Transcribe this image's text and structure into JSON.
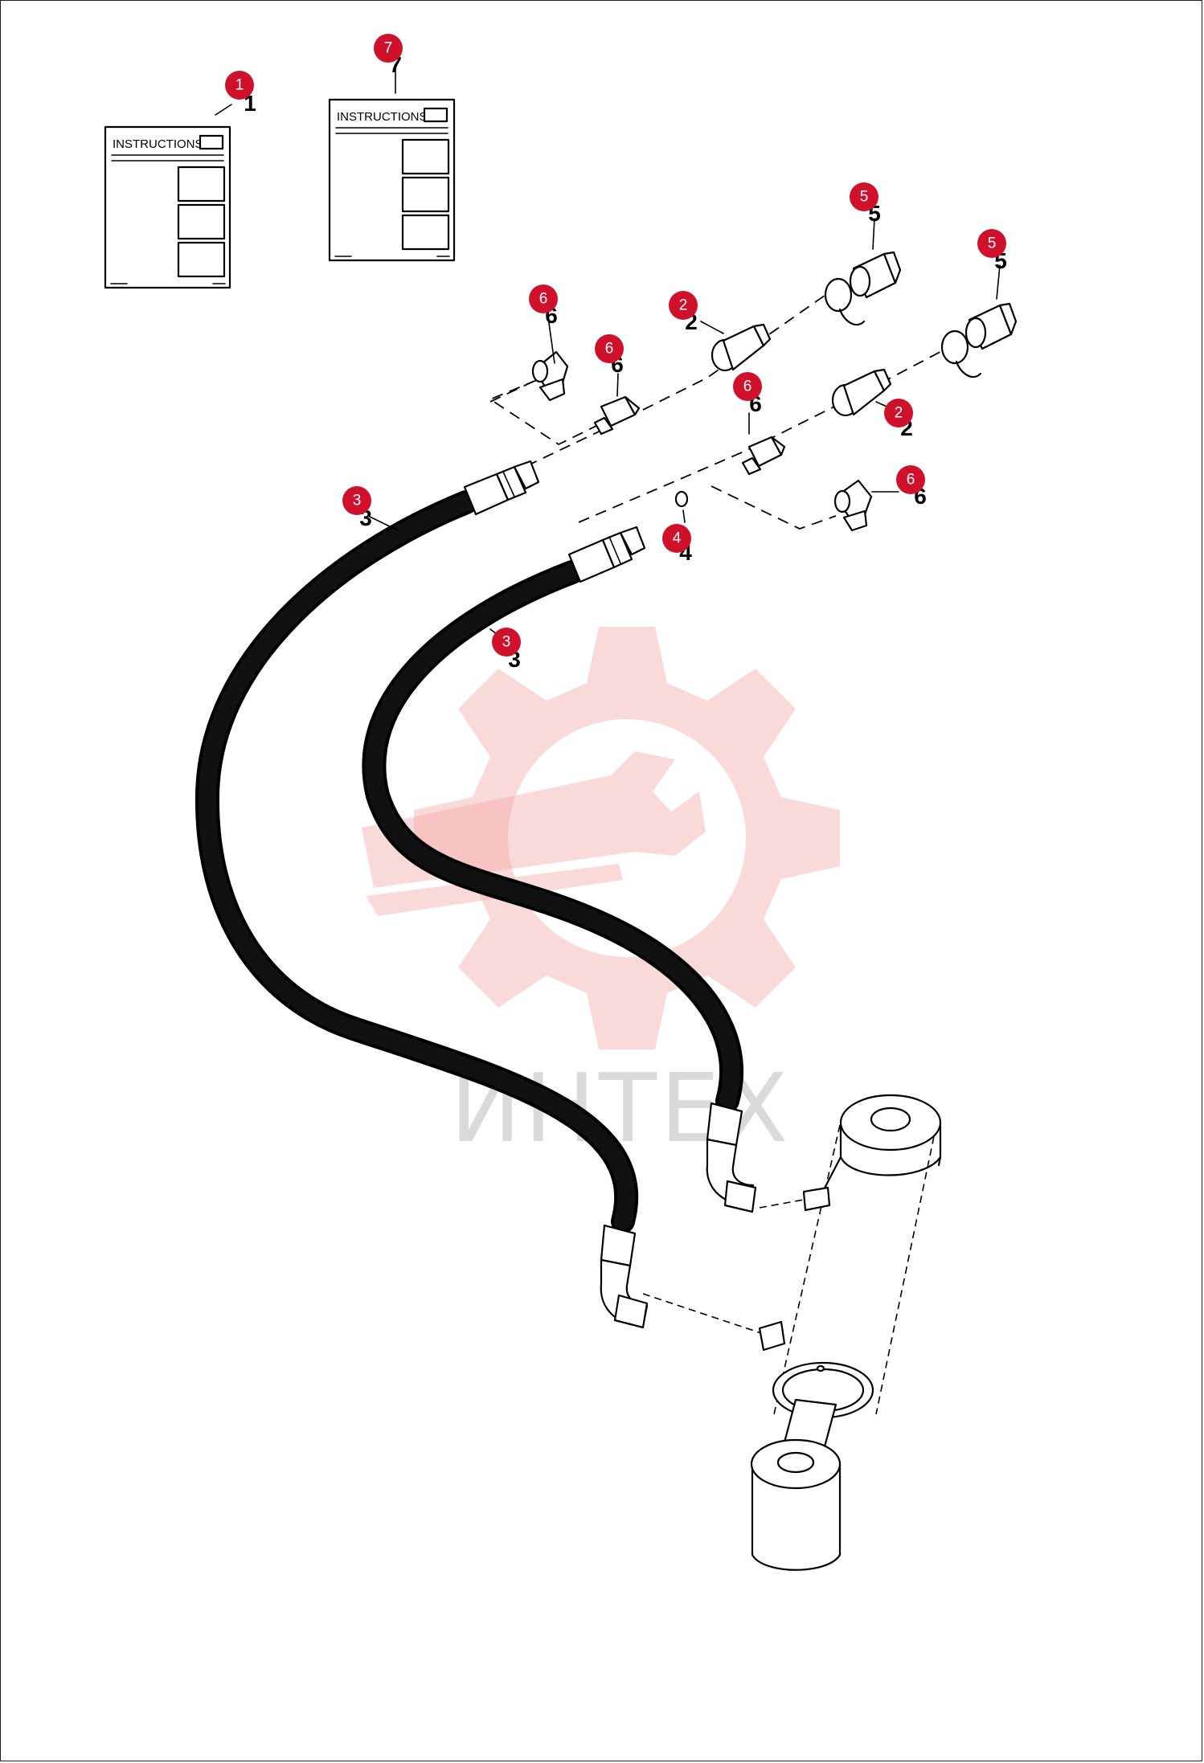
{
  "sheets": [
    {
      "label": "INSTRUCTIONS",
      "callout": "1"
    },
    {
      "label": "INSTRUCTIONS",
      "callout": "7"
    }
  ],
  "callouts": [
    {
      "id": "c-1",
      "num": "1"
    },
    {
      "id": "c-7",
      "num": "7"
    },
    {
      "id": "c-6a",
      "num": "6"
    },
    {
      "id": "c-6b",
      "num": "6"
    },
    {
      "id": "c-2a",
      "num": "2"
    },
    {
      "id": "c-5a",
      "num": "5"
    },
    {
      "id": "c-5b",
      "num": "5"
    },
    {
      "id": "c-6c",
      "num": "6"
    },
    {
      "id": "c-2b",
      "num": "2"
    },
    {
      "id": "c-6d",
      "num": "6"
    },
    {
      "id": "c-3a",
      "num": "3"
    },
    {
      "id": "c-4",
      "num": "4"
    },
    {
      "id": "c-3b",
      "num": "3"
    }
  ],
  "watermark": {
    "text": "ИНТЕХ",
    "gear_color": "#f4a4a4",
    "text_color": "#bdbdbd"
  },
  "colors": {
    "callout": "#d0112b",
    "line": "#000000",
    "background": "#ffffff"
  }
}
